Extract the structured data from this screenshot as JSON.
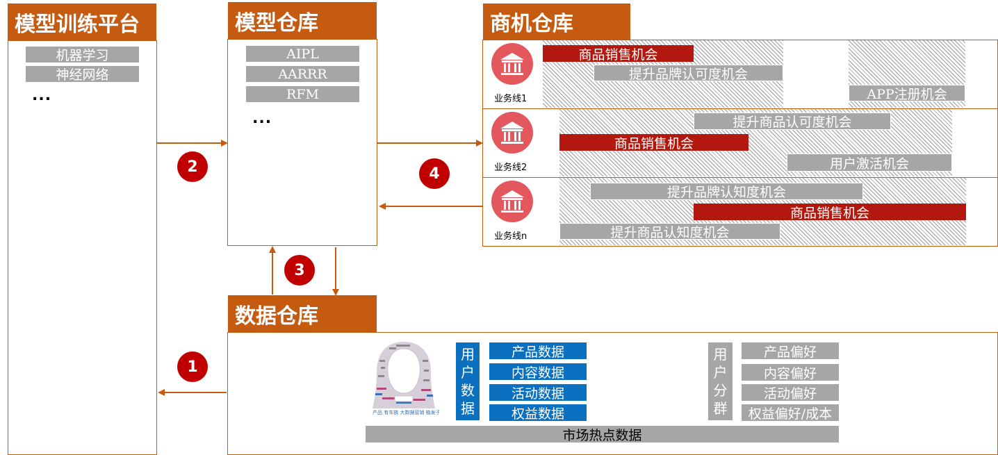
{
  "training": {
    "title": "模型训练平台",
    "items": [
      "机器学习",
      "神经网络"
    ],
    "ellipsis": "..."
  },
  "model_repo": {
    "title": "模型仓库",
    "items": [
      "AIPL",
      "AARRR",
      "RFM"
    ],
    "ellipsis": "..."
  },
  "opportunity_repo": {
    "title": "商机仓库",
    "lines": [
      {
        "label": "业务线1",
        "icon": "bank-icon",
        "chips": [
          "商品销售机会",
          "提升品牌认可度机会",
          "APP注册机会"
        ]
      },
      {
        "label": "业务线2",
        "icon": "bank-icon",
        "chips": [
          "提升商品认可度机会",
          "商品销售机会",
          "用户激活机会"
        ]
      },
      {
        "label": "业务线n",
        "icon": "bank-icon",
        "chips": [
          "提升品牌认知度机会",
          "商品销售机会",
          "提升商品认知度机会"
        ]
      }
    ]
  },
  "data_repo": {
    "title": "数据仓库",
    "user_data_label": [
      "用",
      "户",
      "数",
      "据"
    ],
    "user_data_items": [
      "产品数据",
      "内容数据",
      "活动数据",
      "权益数据"
    ],
    "segment_label": [
      "用",
      "户",
      "分",
      "群"
    ],
    "segment_items": [
      "产品偏好",
      "内容偏好",
      "活动偏好",
      "权益偏好/成本"
    ],
    "market_data": "市场热点数据",
    "portrait_icon": "user-portrait-wordcloud"
  },
  "steps": [
    "1",
    "2",
    "3",
    "4"
  ],
  "colors": {
    "orange": "#c55a11",
    "red_badge": "#c00000",
    "red_chip": "#b2180e",
    "gray_chip": "#a6a6a6",
    "blue_chip": "#0c70c0",
    "bank_icon": "#e2585d"
  }
}
